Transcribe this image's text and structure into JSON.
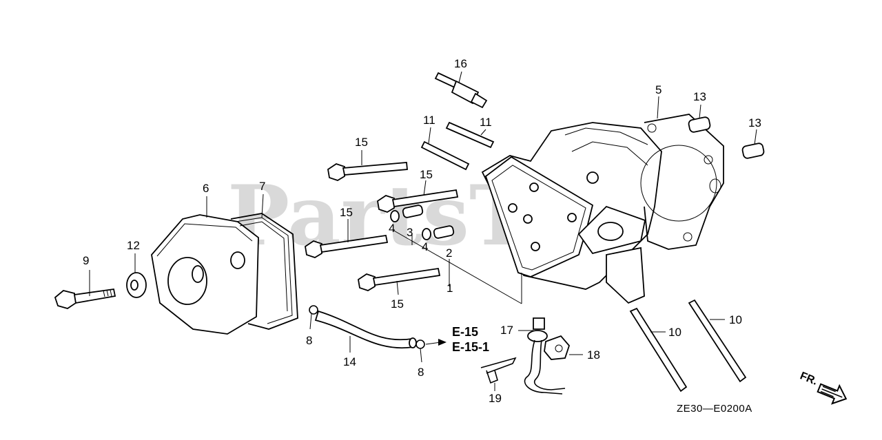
{
  "watermark": "PartsTre",
  "callouts": [
    {
      "id": "c1",
      "label": "1"
    },
    {
      "id": "c2",
      "label": "2"
    },
    {
      "id": "c3",
      "label": "3"
    },
    {
      "id": "c4a",
      "label": "4"
    },
    {
      "id": "c4b",
      "label": "4"
    },
    {
      "id": "c5",
      "label": "5"
    },
    {
      "id": "c6",
      "label": "6"
    },
    {
      "id": "c7",
      "label": "7"
    },
    {
      "id": "c8a",
      "label": "8"
    },
    {
      "id": "c8b",
      "label": "8"
    },
    {
      "id": "c9",
      "label": "9"
    },
    {
      "id": "c10a",
      "label": "10"
    },
    {
      "id": "c10b",
      "label": "10"
    },
    {
      "id": "c11a",
      "label": "11"
    },
    {
      "id": "c11b",
      "label": "11"
    },
    {
      "id": "c12",
      "label": "12"
    },
    {
      "id": "c13a",
      "label": "13"
    },
    {
      "id": "c13b",
      "label": "13"
    },
    {
      "id": "c14",
      "label": "14"
    },
    {
      "id": "c15a",
      "label": "15"
    },
    {
      "id": "c15b",
      "label": "15"
    },
    {
      "id": "c15c",
      "label": "15"
    },
    {
      "id": "c15d",
      "label": "15"
    },
    {
      "id": "c16",
      "label": "16"
    },
    {
      "id": "c17",
      "label": "17"
    },
    {
      "id": "c18",
      "label": "18"
    },
    {
      "id": "c19",
      "label": "19"
    }
  ],
  "references": {
    "ref1": "E-15",
    "ref2": "E-15-1"
  },
  "diagram_code": "ZE30—E0200A",
  "front_marker": "FR."
}
